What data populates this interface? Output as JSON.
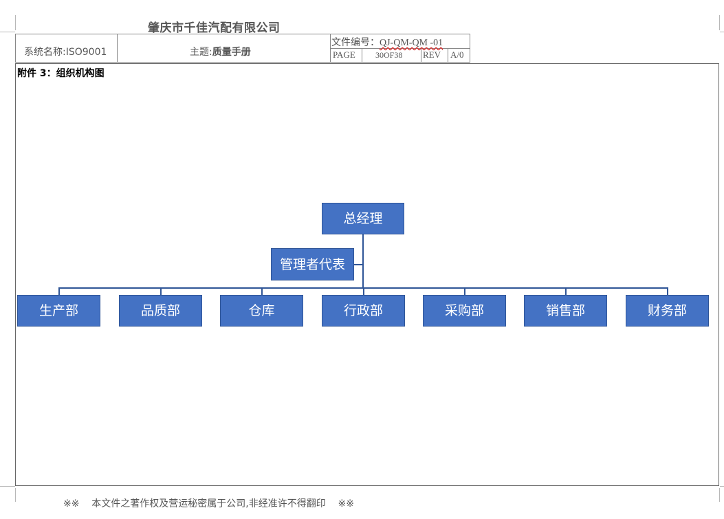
{
  "company_name": "肇庆市千佳汽配有限公司",
  "header": {
    "system_name": "系统名称:ISO9001",
    "subject_prefix": "主题:",
    "subject_title": "质量手册",
    "doc_no_label": "文件编号：",
    "doc_no_value": "QJ-QM-QM -01",
    "page_label": "PAGE",
    "page_value": "30OF38",
    "rev_label": "REV",
    "rev_value": "A/0"
  },
  "annex_title": "附件 3：组织机构图",
  "org_chart": {
    "top": "总经理",
    "assistant": "管理者代表",
    "departments": [
      "生产部",
      "品质部",
      "仓库",
      "行政部",
      "采购部",
      "销售部",
      "财务部"
    ]
  },
  "footer_text": "※※    本文件之著作权及营运秘密属于公司,非经准许不得翻印    ※※",
  "colors": {
    "box_fill": "#4472c4",
    "connector": "#2f5597"
  }
}
